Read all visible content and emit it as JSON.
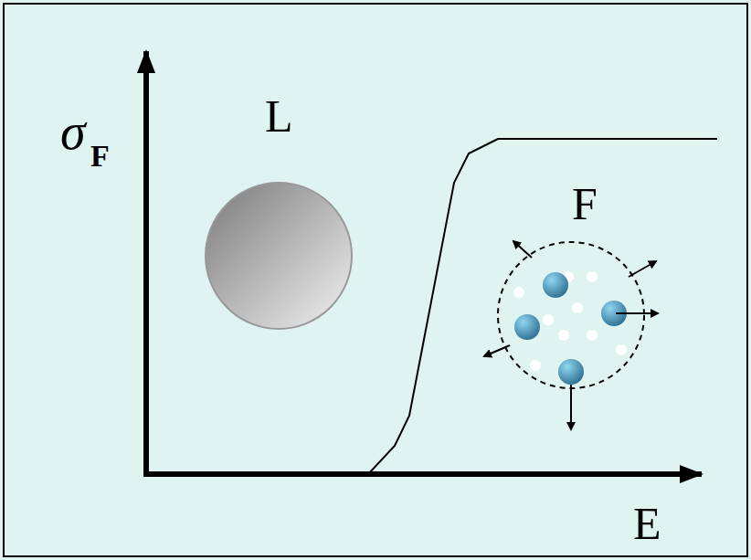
{
  "diagram": {
    "labels": [
      "σ",
      "F",
      "L",
      "F",
      "E"
    ]
  }
}
